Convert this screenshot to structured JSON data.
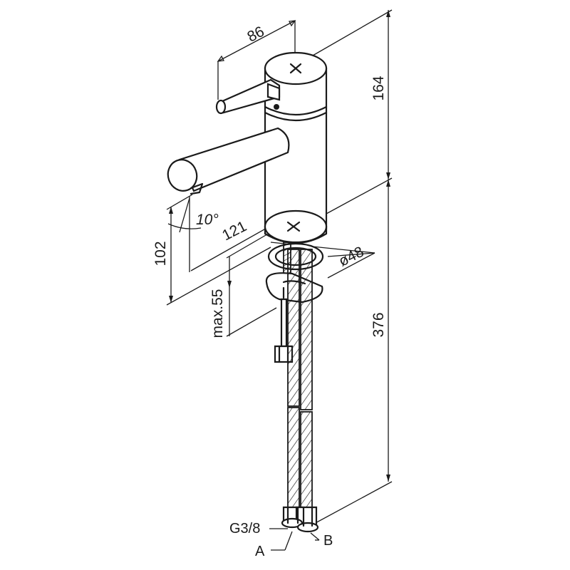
{
  "dimensions": {
    "handle_width": "86",
    "upper_height": "164",
    "spout_reach": "121",
    "spout_height": "102",
    "spout_angle": "10°",
    "base_diameter": "ø48",
    "max_deck_thickness": "max.55",
    "lower_height": "376"
  },
  "labels": {
    "thread": "G3/8",
    "hose_a": "A",
    "hose_b": "B"
  },
  "colors": {
    "line": "#1a1a1a",
    "background": "#ffffff"
  }
}
